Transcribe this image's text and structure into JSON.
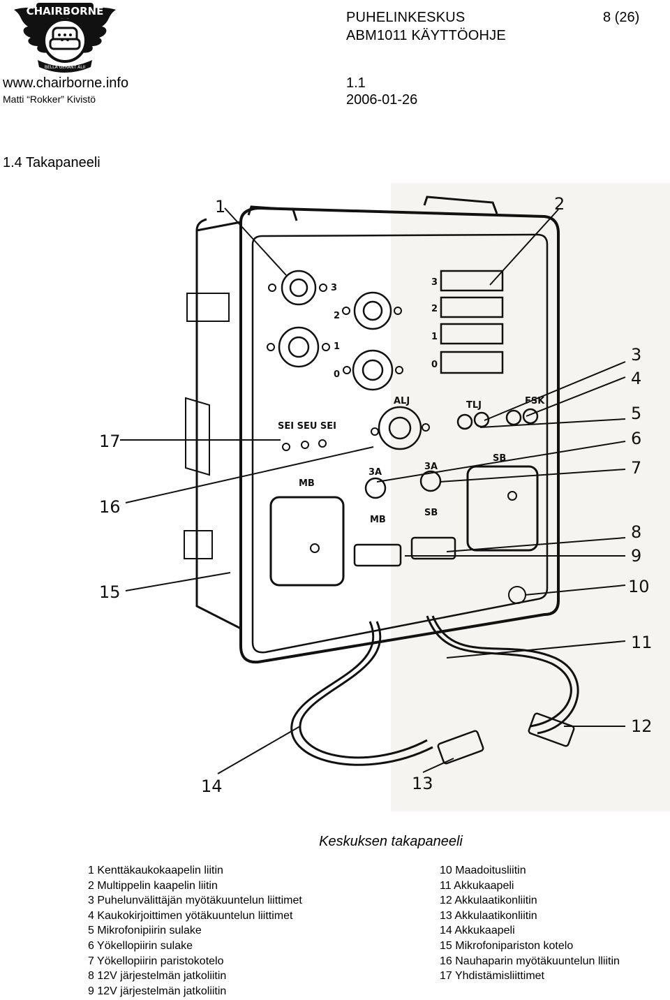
{
  "header": {
    "logo_text": "CHAIRBORNE",
    "logo_banner": "BELLA GERANT ALII",
    "website": "www.chairborne.info",
    "author": "Matti “Rokker” Kivistö",
    "doc_title": "PUHELINKESKUS",
    "doc_subtitle": "ABM1011 KÄYTTÖOHJE",
    "page": "8 (26)",
    "version": "1.1",
    "date": "2006-01-26"
  },
  "section": {
    "heading": "1.4  Takapaneeli"
  },
  "figure": {
    "caption": "Keskuksen takapaneeli",
    "callouts": [
      "1",
      "2",
      "3",
      "4",
      "5",
      "6",
      "7",
      "8",
      "9",
      "10",
      "11",
      "12",
      "13",
      "14",
      "15",
      "16",
      "17"
    ],
    "panel_labels": {
      "rows": [
        "3",
        "2",
        "1",
        "0"
      ],
      "left_jacks": [
        "3",
        "1"
      ],
      "mid_jacks": [
        "2",
        "0"
      ],
      "alj": "ALJ",
      "tlj": "TLJ",
      "fsk": "FSK",
      "sei_seu_sei": "SEI SEU SEI",
      "fuse_a": "3A",
      "fuse_b": "3A",
      "sb_top": "SB",
      "mb_left": "MB",
      "mb_bottom": "MB",
      "sb_bottom": "SB"
    }
  },
  "legend": {
    "left": [
      "1 Kenttäkaukokaapelin liitin",
      "2 Multippelin kaapelin liitin",
      "3 Puhelunvälittäjän myötäkuuntelun liittimet",
      "4 Kaukokirjoittimen yötäkuuntelun liittimet",
      "5 Mikrofonipiirin sulake",
      "6 Yökellopiirin sulake",
      "7 Yökellopiirin paristokotelo",
      "8 12V järjestelmän jatkoliitin",
      "9 12V järjestelmän jatkoliitin"
    ],
    "right": [
      "10 Maadoitusliitin",
      "11 Akkukaapeli",
      "12 Akkulaatikonliitin",
      "13 Akkulaatikonliitin",
      "14 Akkukaapeli",
      "15  Mikrofonipariston kotelo",
      "16 Nauhaparin myötäkuuntelun lliitin",
      "17 Yhdistämisliittimet"
    ]
  }
}
